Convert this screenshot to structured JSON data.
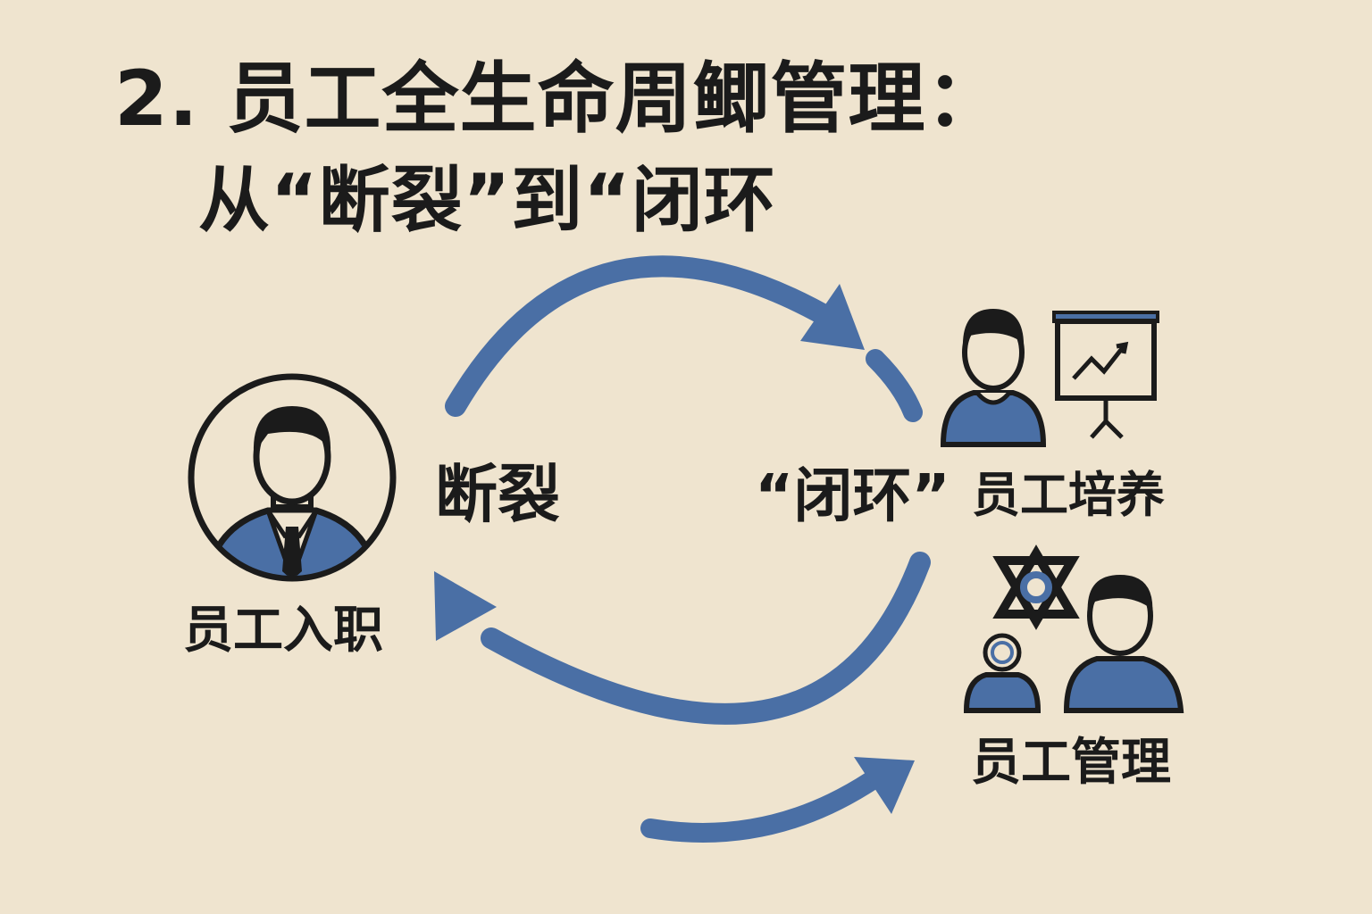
{
  "title": {
    "line1": "2. 员工全生命周鲫管理：",
    "line2": "从“断裂”到“闭环"
  },
  "labels": {
    "onboarding": "员工入职",
    "break": "断裂",
    "loop": "“闭环”",
    "training": "员工培养",
    "management": "员工管理"
  },
  "colors": {
    "background": "#efe4cf",
    "accent_blue": "#4a6fa5",
    "ink": "#1b1b1b"
  },
  "icons": {
    "onboarding": "employee-in-suit-icon",
    "training": "person-with-presentation-board-icon",
    "management": "team-with-gear-icon"
  }
}
